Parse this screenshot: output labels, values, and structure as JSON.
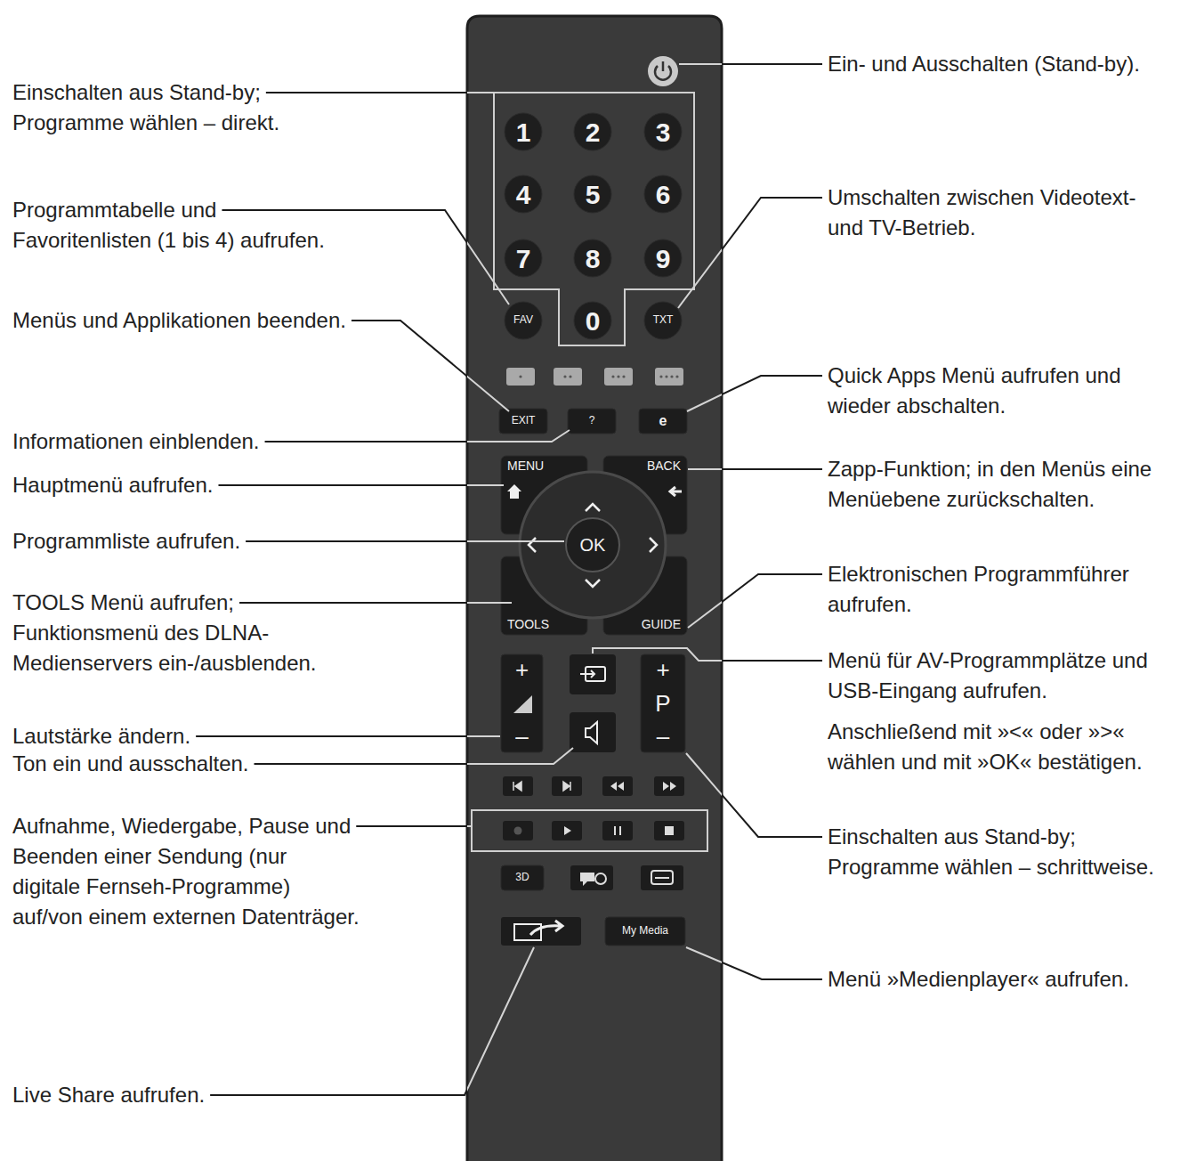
{
  "diagram": {
    "nodes": [
      {
        "text": [
          "1"
        ]
      },
      {
        "text": [
          "2"
        ]
      },
      {
        "text": [
          "3"
        ]
      },
      {
        "text": [
          "4"
        ]
      },
      {
        "text": [
          "5"
        ]
      },
      {
        "text": [
          "6"
        ]
      },
      {
        "text": [
          "7"
        ]
      },
      {
        "text": [
          "8"
        ]
      },
      {
        "text": [
          "9"
        ]
      },
      {
        "text": [
          "FAV"
        ]
      },
      {
        "text": [
          "0"
        ]
      },
      {
        "text": [
          "TXT"
        ]
      },
      {
        "text": [
          "EXIT"
        ]
      },
      {
        "text": [
          "?"
        ]
      },
      {
        "text": [
          "e"
        ]
      },
      {
        "text": [
          "MENU"
        ]
      },
      {
        "text": [
          "BACK"
        ]
      },
      {
        "text": [
          "OK"
        ]
      },
      {
        "text": [
          "TOOLS"
        ]
      },
      {
        "text": [
          "GUIDE"
        ]
      },
      {
        "text": [
          "+",
          "–"
        ]
      },
      {
        "text": [
          "+",
          "P",
          "–"
        ]
      },
      {
        "text": [
          "3D"
        ]
      },
      {
        "text": [
          "My Media"
        ]
      }
    ],
    "labels": [
      "Einschalten aus Stand-by; Programme wählen – direkt.",
      "Programmtabelle und Favoritenlisten (1 bis 4) aufrufen.",
      "Menüs und Applikationen beenden.",
      "Informationen einblenden.",
      "Hauptmenü aufrufen.",
      "Programmliste aufrufen.",
      "TOOLS Menü aufrufen; Funktionsmenü des DLNA-Medienservers ein-/ausblenden.",
      "Lautstärke ändern.",
      "Ton ein und ausschalten.",
      "Aufnahme, Wiedergabe, Pause und Beenden einer Sendung (nur digitale Fernseh-Programme) auf/von einem externen Datenträger.",
      "Live Share aufrufen.",
      "Ein- und Ausschalten (Stand-by).",
      "Umschalten zwischen Videotext- und TV-Betrieb.",
      "Quick Apps Menü aufrufen und wieder abschalten.",
      "Zapp-Funktion; in den Menüs eine Menüebene zurückschalten.",
      "Elektronischen Programmführer aufrufen.",
      "Menü für AV-Programmplätze und USB-Eingang aufrufen.",
      "Anschließend mit »<« oder »>« wählen und mit »OK« bestätigen.",
      "Einschalten aus Stand-by; Programme wählen – schrittweise.",
      "Menü »Medienplayer« aufrufen."
    ]
  }
}
